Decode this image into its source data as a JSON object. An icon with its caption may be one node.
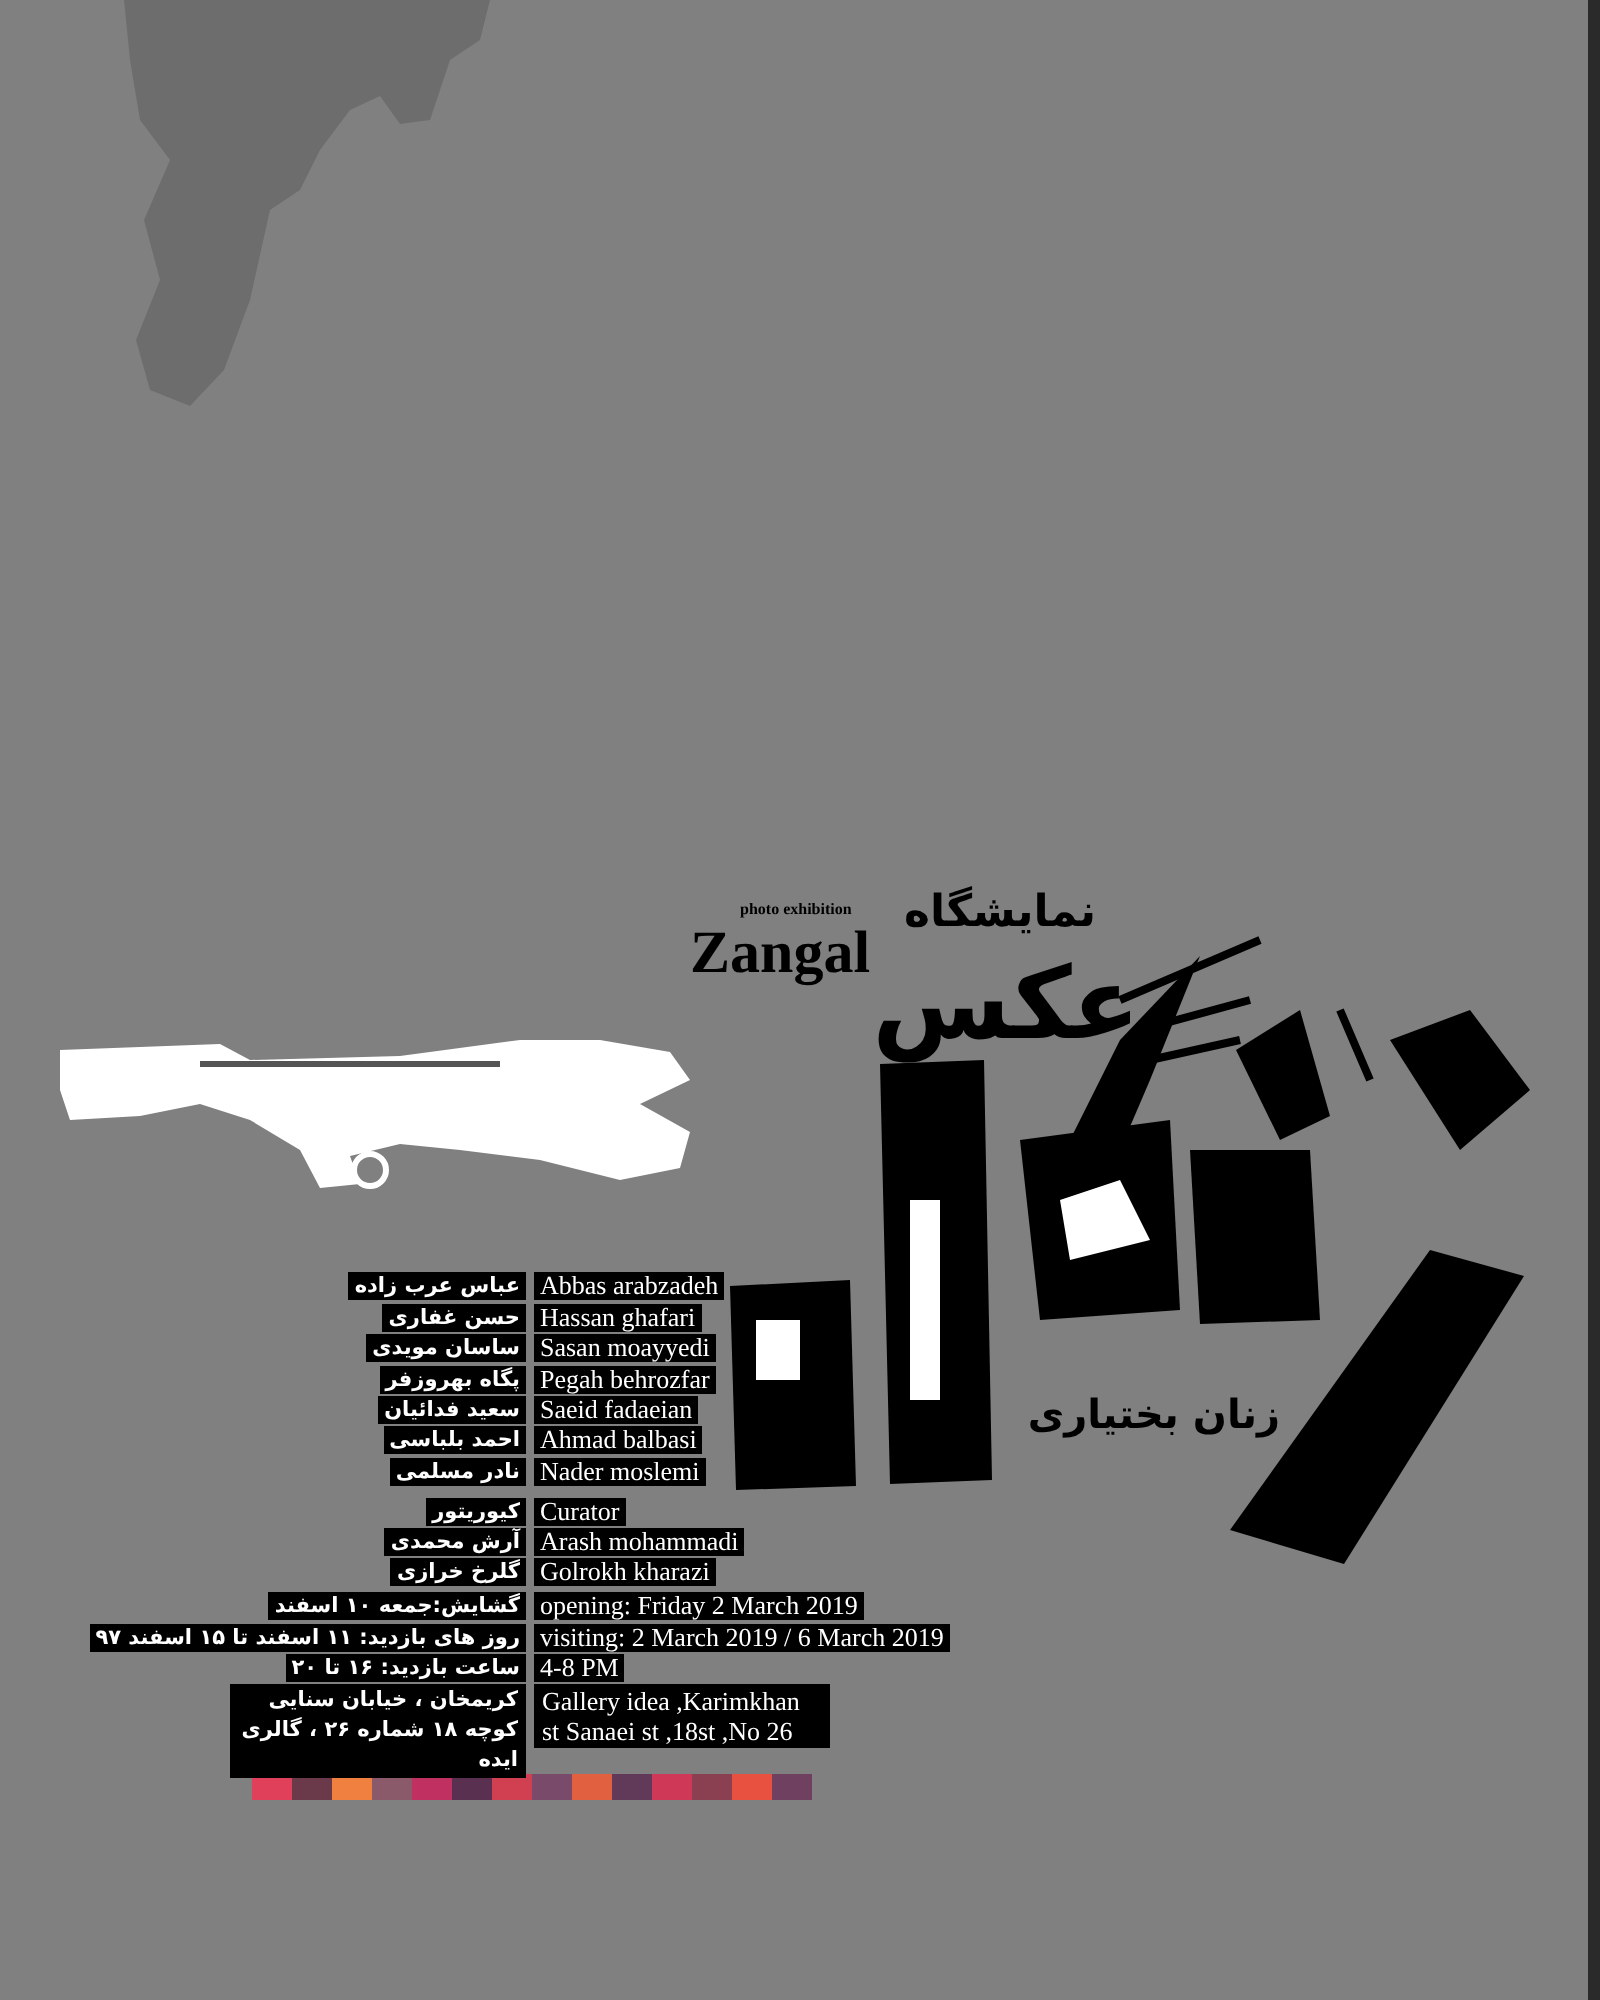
{
  "diagram": {
    "labels": [
      "نمایشگاه",
      "photo exhibition",
      "Zangal",
      "عکس",
      "زنان بختیاری",
      "عباس عرب زاده",
      "Abbas arabzadeh",
      "حسن غفاری",
      "Hassan ghafari",
      "ساسان مویدی",
      "Sasan moayyedi",
      "پگاه بهروزفر",
      "Pegah behrozfar",
      "سعید فدائیان",
      "Saeid fadaeian",
      "احمد بلباسی",
      "Ahmad balbasi",
      "نادر مسلمی",
      "Nader moslemi",
      "کیوریتور",
      "Curator",
      "آرش محمدی",
      "Arash mohammadi",
      "گلرخ خرازی",
      "Golrokh kharazi",
      "گشایش:جمعه ۱۰ اسفند",
      "opening: Friday 2 March 2019",
      "روز های بازدید: ۱۱ اسفند تا ۱۵ اسفند ۹۷",
      "visiting: 2 March 2019 / 6 March 2019",
      "ساعت بازدید: ۱۶ تا ۲۰",
      "4-8 PM",
      "کریمخان ، خیابان سنایی کوچه ۱۸ شماره ۲۶ ، گالری ایده",
      "Gallery idea ,Karimkhan st Sanaei st ,18st ,No 26"
    ]
  }
}
